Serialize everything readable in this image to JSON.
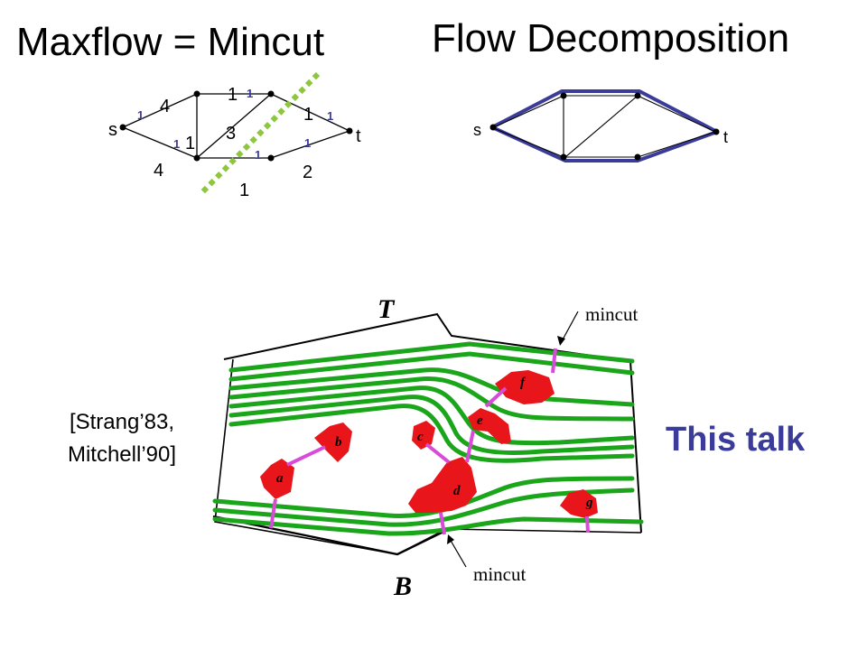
{
  "titles": {
    "maxflow": "Maxflow = Mincut",
    "flow_decomposition": "Flow Decomposition"
  },
  "left_graph": {
    "source": "s",
    "sink": "t",
    "capacities": {
      "s_a": "4",
      "s_b": "4",
      "a_b": "1",
      "a_c": "1",
      "b_d": "1",
      "b_c": "3",
      "c_t": "1",
      "d_t": "2"
    },
    "flows": {
      "s_a": "1",
      "s_b": "1",
      "a_c": "1",
      "c_t": "1",
      "b_d": "1",
      "d_t": "1"
    },
    "cut_color": "#8dc63f"
  },
  "right_graph": {
    "source": "s",
    "sink": "t",
    "path_color": "#3b3b9a"
  },
  "bottom_figure": {
    "top_label": "T",
    "bottom_label": "B",
    "mincut_top": "mincut",
    "mincut_bottom": "mincut",
    "obstacles": [
      "a",
      "b",
      "c",
      "d",
      "e",
      "f",
      "g"
    ],
    "strand_color": "#1aa51a",
    "obstacle_color": "#e8161b",
    "cut_color": "#d94ad9"
  },
  "citation_line1": "[Strang’83,",
  "citation_line2": "Mitchell’90]",
  "this_talk": "This talk"
}
